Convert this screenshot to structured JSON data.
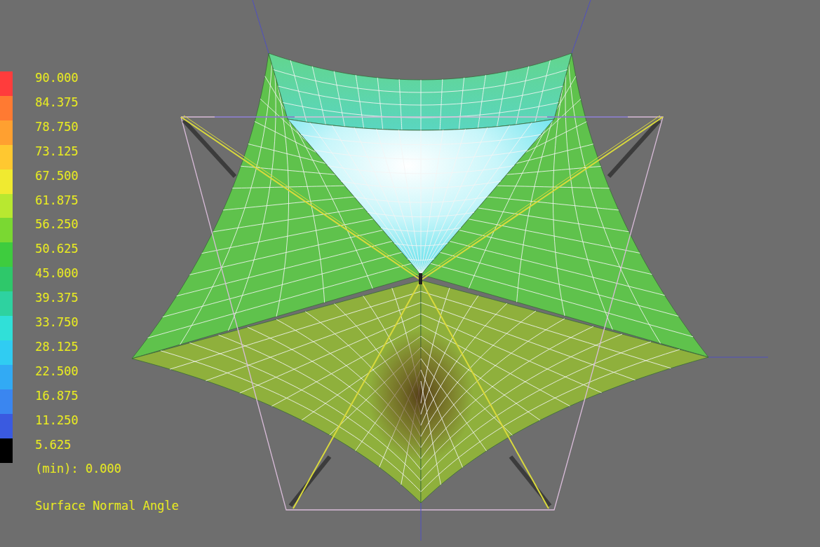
{
  "diagram": {
    "labels": [
      "(min): 0.000",
      "Surface Normal Angle"
    ],
    "legend": [
      {
        "text": "90.000",
        "color": "#ff3c3c"
      },
      {
        "text": "84.375",
        "color": "#ff7a32"
      },
      {
        "text": "78.750",
        "color": "#ffa030"
      },
      {
        "text": "73.125",
        "color": "#ffc830"
      },
      {
        "text": "67.500",
        "color": "#f0ea30"
      },
      {
        "text": "61.875",
        "color": "#b8e830"
      },
      {
        "text": "56.250",
        "color": "#7ad832"
      },
      {
        "text": "50.625",
        "color": "#3ecc3e"
      },
      {
        "text": "45.000",
        "color": "#2ec86a"
      },
      {
        "text": "39.375",
        "color": "#2ed2a0"
      },
      {
        "text": "33.750",
        "color": "#30e0d8"
      },
      {
        "text": "28.125",
        "color": "#30ccf2"
      },
      {
        "text": "22.500",
        "color": "#32aaf4"
      },
      {
        "text": "16.875",
        "color": "#3a86f0"
      },
      {
        "text": "11.250",
        "color": "#3a5ae0"
      },
      {
        "text": "5.625",
        "color": "#000000"
      }
    ]
  }
}
